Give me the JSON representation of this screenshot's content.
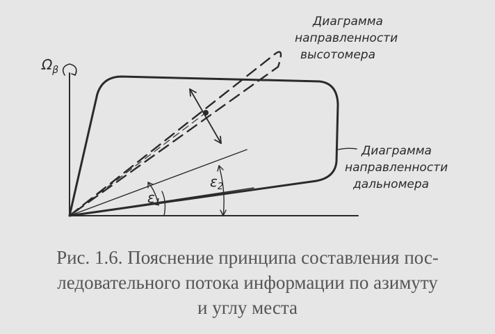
{
  "figure": {
    "axis_label": "Ω",
    "axis_label_sub": "β",
    "altimeter_label": [
      "Диаграмма",
      "направленности",
      "высотомера"
    ],
    "rangefinder_label": [
      "Диаграмма",
      "направленности",
      "дальномера"
    ],
    "angle1_label": "ε",
    "angle1_sub": "1",
    "angle2_label": "ε",
    "angle2_sub": "2"
  },
  "caption": {
    "lines": [
      "Рис. 1.6. Пояснение принципа составления пос-",
      "ледовательного потока информации по азимуту",
      "и углу места"
    ]
  },
  "colors": {
    "ink": "#2a2a2a",
    "caption": "#555555",
    "paper": "#e6e6e6"
  }
}
